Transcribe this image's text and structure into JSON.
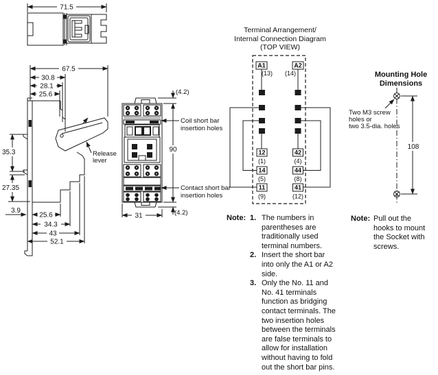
{
  "top_view": {
    "dim_width": "71.5"
  },
  "side_view": {
    "dim_overall": "67.5",
    "dim_30_8": "30.8",
    "dim_28_1": "28.1",
    "dim_25_6_upper": "25.6",
    "dim_35_3": "35.3",
    "dim_27_35": "27.35",
    "dim_3_9": "3.9",
    "dim_25_6_lower": "25.6",
    "dim_34_3": "34.3",
    "dim_43": "43",
    "dim_52_1": "52.1",
    "release_lever_line1": "Release",
    "release_lever_line2": "lever"
  },
  "front_view": {
    "dim_top_margin": "(4.2)",
    "dim_height": "90",
    "dim_bottom_margin": "(4.2)",
    "dim_width": "31",
    "coil_label_line1": "Coil short bar",
    "coil_label_line2": "insertion holes",
    "contact_label_line1": "Contact short bar",
    "contact_label_line2": "insertion holes"
  },
  "terminal_diagram": {
    "title_line1": "Terminal Arrangement/",
    "title_line2": "Internal Connection Diagram",
    "title_line3": "(TOP VIEW)",
    "a1": "A1",
    "a1_sub": "(13)",
    "a2": "A2",
    "a2_sub": "(14)",
    "t12": "12",
    "t12_sub": "(1)",
    "t14": "14",
    "t14_sub": "(5)",
    "t11": "11",
    "t11_sub": "(9)",
    "t42": "42",
    "t42_sub": "(4)",
    "t44": "44",
    "t44_sub": "(8)",
    "t41": "41",
    "t41_sub": "(12)"
  },
  "mounting": {
    "title_line1": "Mounting Hole",
    "title_line2": "Dimensions",
    "label_line1": "Two M3 screw",
    "label_line2": "holes or",
    "label_line3": "two 3.5-dia. holes",
    "dim_spacing": "108"
  },
  "notes_left": {
    "label": "Note:",
    "items": [
      {
        "num": "1.",
        "lines": [
          "The numbers in",
          "parentheses are",
          "traditionally used",
          "terminal numbers."
        ]
      },
      {
        "num": "2.",
        "lines": [
          "Insert the short bar",
          "into only the A1 or A2",
          "side."
        ]
      },
      {
        "num": "3.",
        "lines": [
          "Only the No. 11 and",
          "No. 41 terminals",
          "function as bridging",
          "contact terminals. The",
          "two insertion holes",
          "between the terminals",
          "are false terminals to",
          "allow for installation",
          "without having to fold",
          "out the short bar pins."
        ]
      }
    ]
  },
  "note_right": {
    "label": "Note:",
    "lines": [
      "Pull out the",
      "hooks to mount",
      "the Socket with",
      "screws."
    ]
  }
}
